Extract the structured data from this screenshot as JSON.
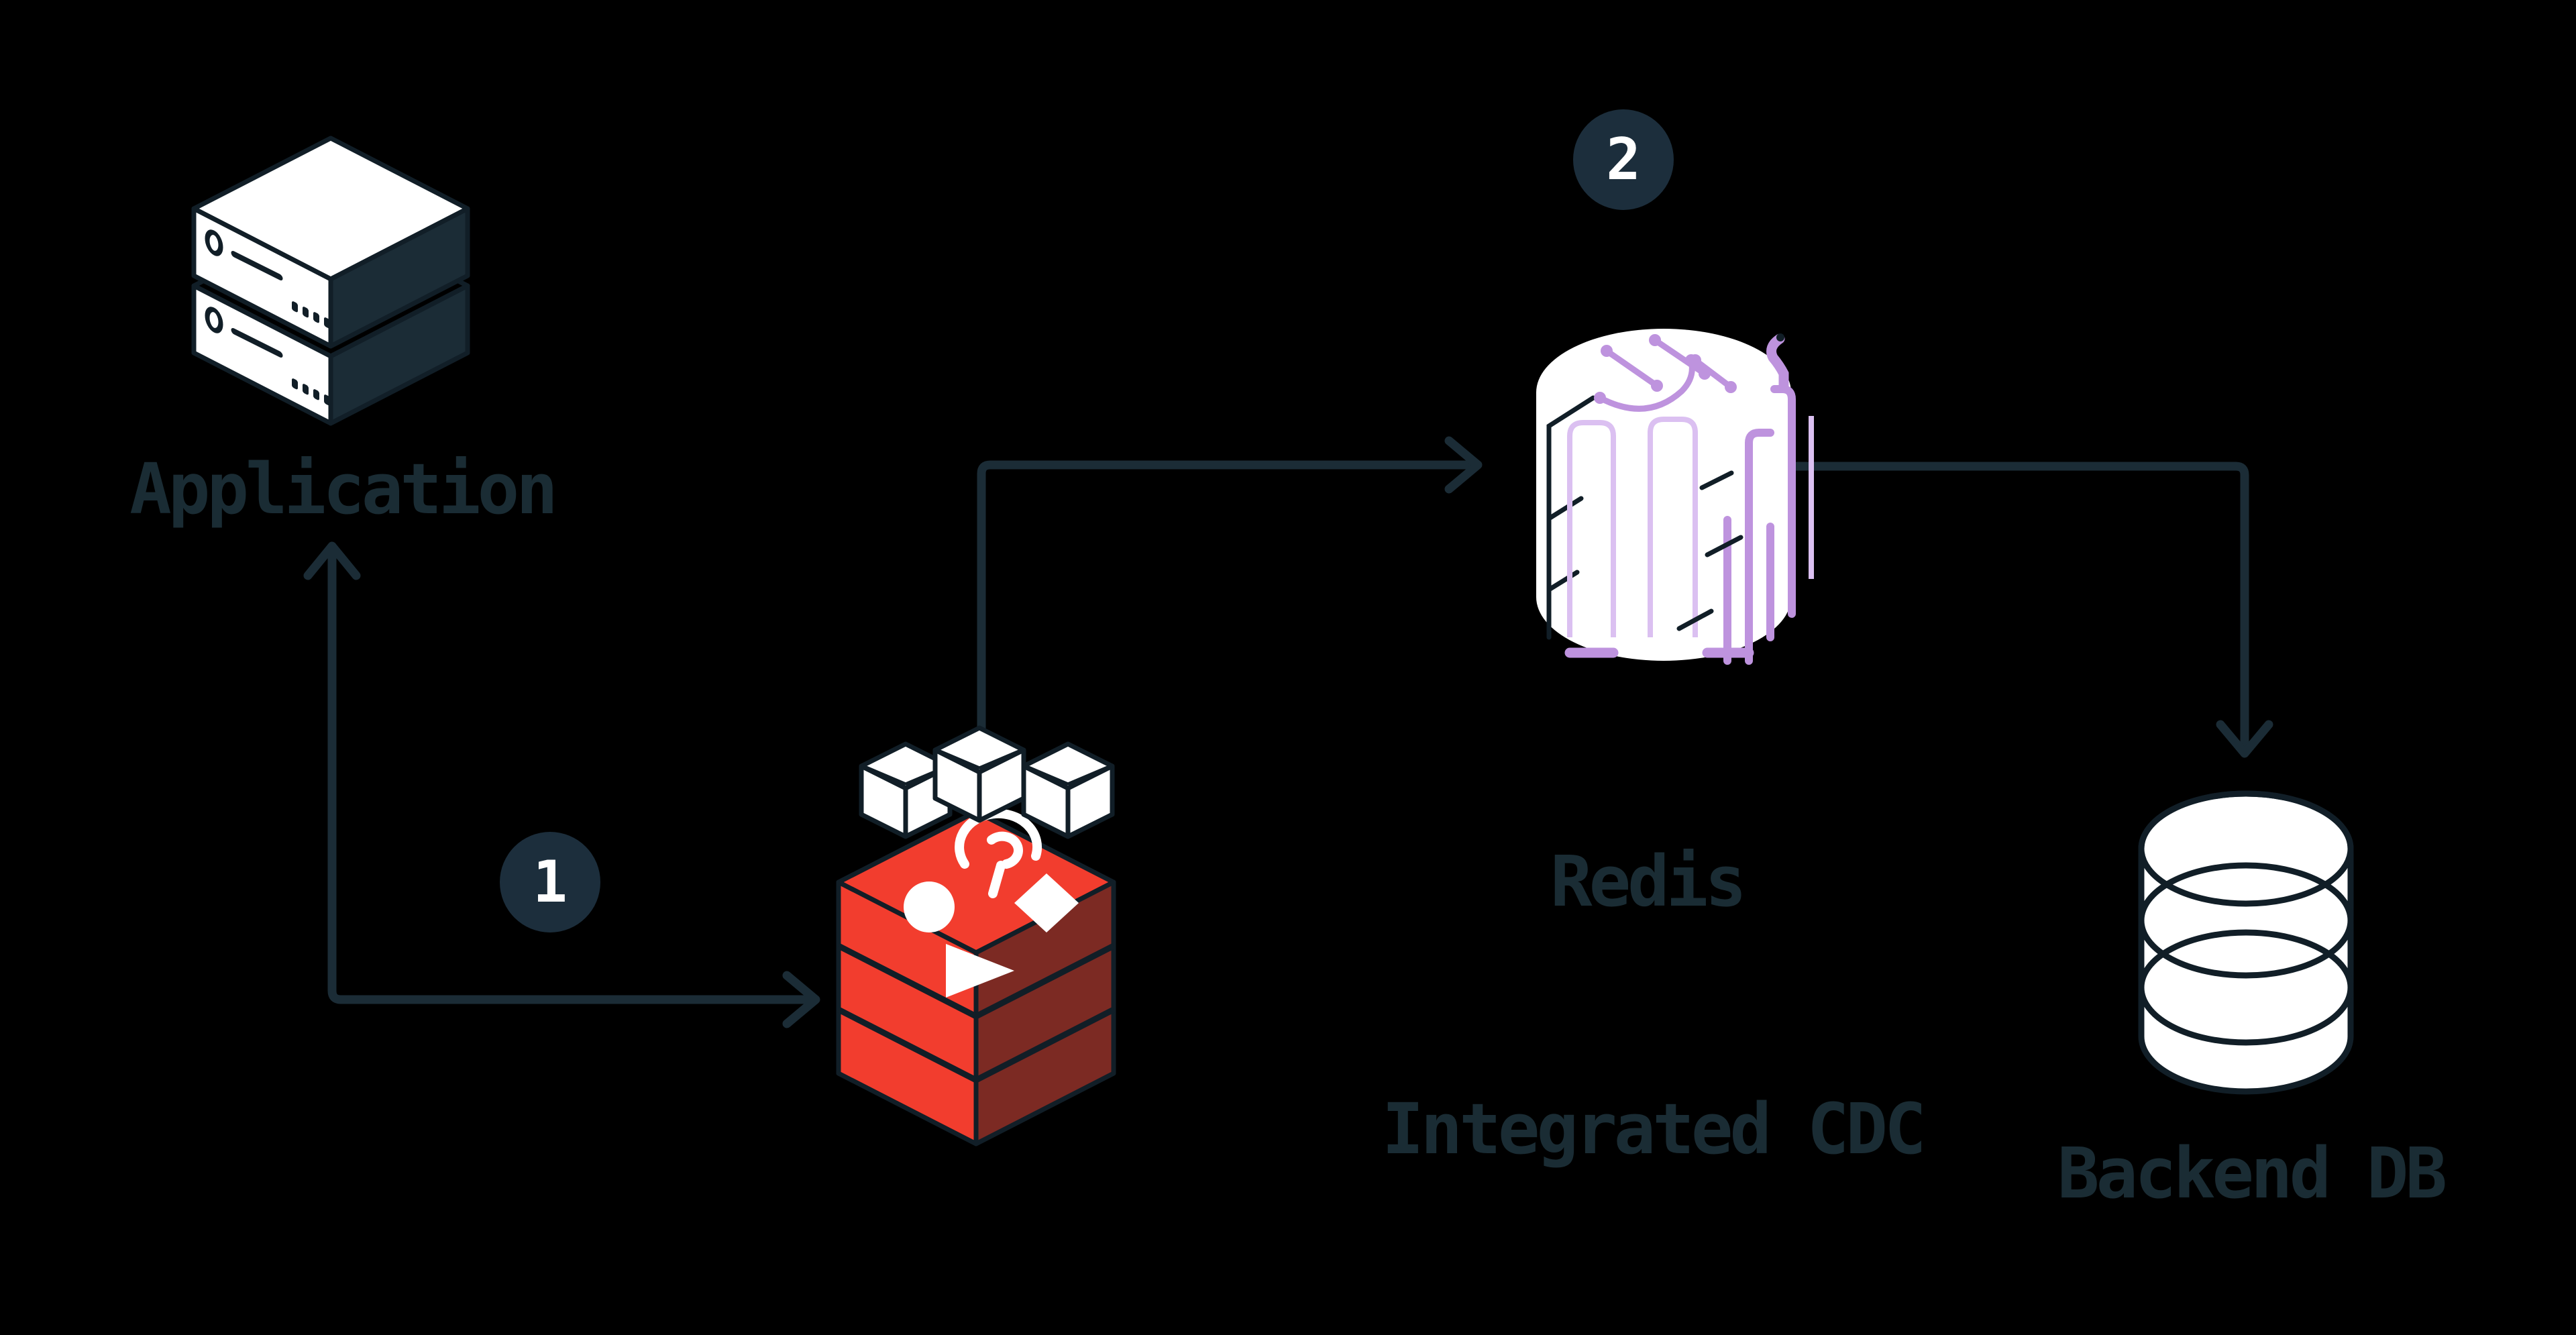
{
  "colors": {
    "background": "#000000",
    "ink": "#1B2C36",
    "outline": "#111E27",
    "badge_bg": "#1C2E3C",
    "badge_text": "#FFFFFF",
    "label_text": "#1A2C34",
    "white": "#FFFFFF",
    "redis_red": "#F23D2E",
    "redis_red_dark": "#7C2A23",
    "purple": "#BE93DE",
    "purple_light": "#DBC0F1"
  },
  "nodes": {
    "application": {
      "label": "Application",
      "icon": "server-stack-icon"
    },
    "redis_cache": {
      "icon": "redis-cube-icon"
    },
    "cdc": {
      "label_line1": "Redis",
      "label_line2": "Integrated CDC",
      "icon": "cdc-cylinder-icon"
    },
    "backend_db": {
      "label": "Backend DB",
      "icon": "database-cylinder-icon"
    }
  },
  "badges": {
    "step1": {
      "value": "1"
    },
    "step2": {
      "value": "2"
    }
  },
  "connectors": [
    {
      "between": "application-and-redis-cube",
      "arrowheads": "both"
    },
    {
      "between": "redis-cube-and-cdc",
      "arrowheads": "cdc"
    },
    {
      "between": "cdc-and-backend-db",
      "arrowheads": "backend-db"
    }
  ]
}
